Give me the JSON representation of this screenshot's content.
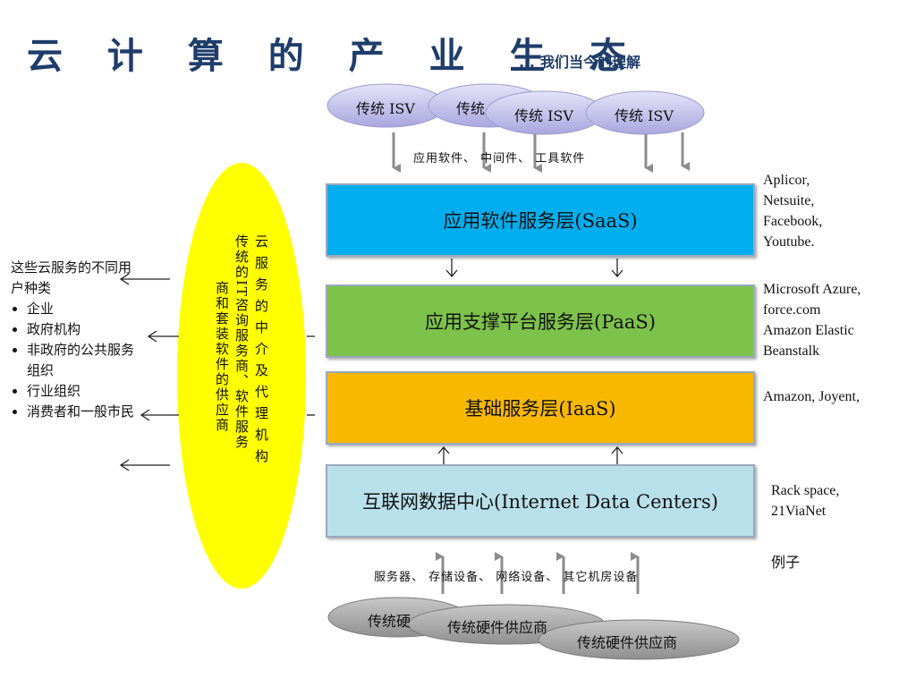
{
  "title": "云 计 算 的 产 业 生 态",
  "subtitle_dots": "…",
  "subtitle": "我们当今的理解",
  "isv_label": "传统 ISV",
  "software_label": "应用软件、 中间件、 工具软件",
  "layers": {
    "saas": "应用软件服务层(SaaS)",
    "paas": "应用支撑平台服务层(PaaS)",
    "iaas": "基础服务层(IaaS)",
    "idc": "互联网数据中心(Internet Data Centers)"
  },
  "examples": {
    "saas": [
      "Aplicor,",
      "Netsuite,",
      "Facebook,",
      "Youtube."
    ],
    "paas": [
      "Microsoft Azure,",
      "force.com",
      "Amazon Elastic",
      "Beanstalk"
    ],
    "iaas": "Amazon, Joyent,",
    "idc": [
      "Rack space,",
      "21ViaNet"
    ],
    "label": "例子"
  },
  "hardware_label": "服务器、 存储设备、 网络设备、 其它机房设备",
  "hw_vendor_partial": "传统硬",
  "hw_vendor_mid": "传统硬件供应商",
  "hw_vendor_front": "传统硬件供应商",
  "intermediary": {
    "col1": "云服务的中介及代理机构",
    "col2": "传统的IT咨询服务商、软件服务",
    "col3": "商和套装软件的供应商"
  },
  "users": {
    "heading": "这些云服务的不同用户种类",
    "items": [
      "企业",
      "政府机构",
      "非政府的公共服务组织",
      "行业组织",
      "消费者和一般市民"
    ]
  },
  "colors": {
    "saas": "#00aeef",
    "paas": "#7dc24a",
    "iaas": "#f9b800",
    "idc": "#b8e0ea",
    "isv": "#c9c8ee",
    "hw_vendor": "#a6a6a6",
    "intermediary": "#ffff00",
    "title": "#1f3d6b"
  }
}
